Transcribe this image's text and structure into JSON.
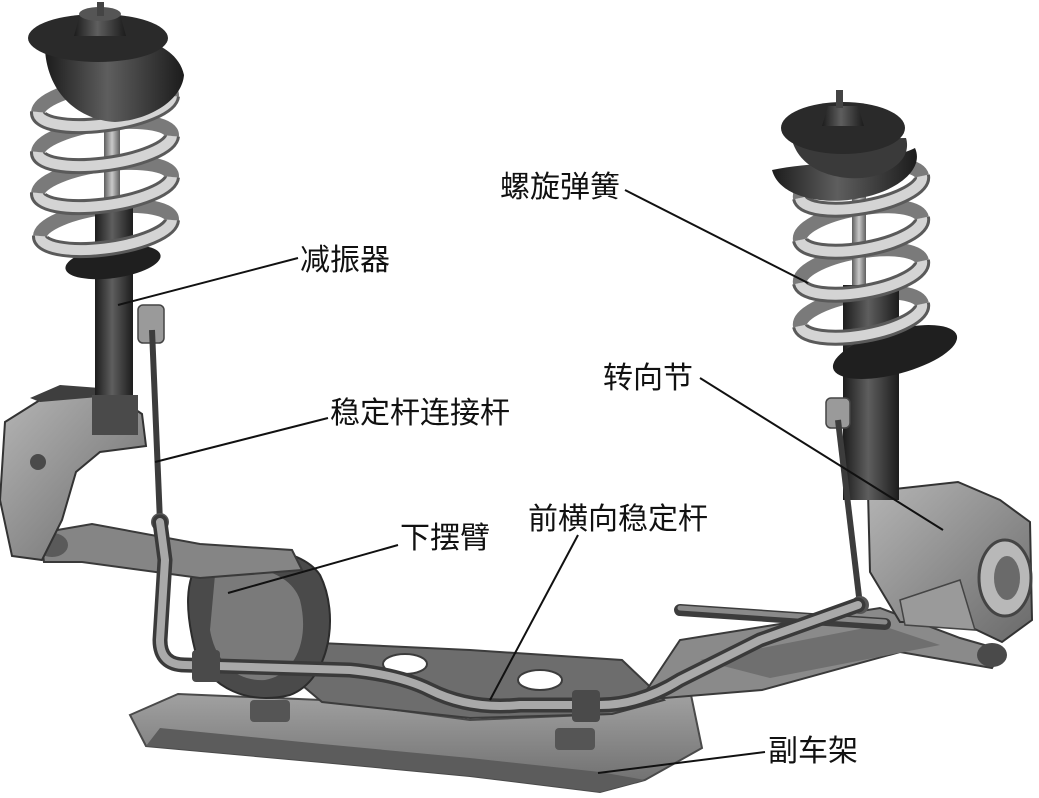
{
  "labels": {
    "coil_spring": "螺旋弹簧",
    "shock_absorber": "减振器",
    "steering_knuckle": "转向节",
    "stabilizer_link": "稳定杆连接杆",
    "front_stabilizer_bar": "前横向稳定杆",
    "lower_arm": "下摆臂",
    "subframe": "副车架"
  }
}
